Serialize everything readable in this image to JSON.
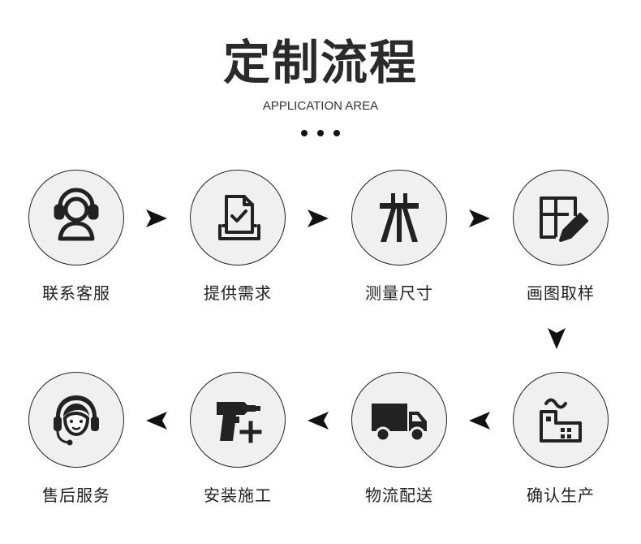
{
  "header": {
    "title": "定制流程",
    "subtitle": "APPLICATION AREA"
  },
  "steps": [
    {
      "label": "联系客服",
      "icon": "headset-person-icon"
    },
    {
      "label": "提供需求",
      "icon": "document-check-icon"
    },
    {
      "label": "测量尺寸",
      "icon": "surveying-tripod-icon"
    },
    {
      "label": "画图取样",
      "icon": "drawing-pencil-icon"
    },
    {
      "label": "确认生产",
      "icon": "factory-icon"
    },
    {
      "label": "物流配送",
      "icon": "delivery-truck-icon"
    },
    {
      "label": "安装施工",
      "icon": "power-drill-icon"
    },
    {
      "label": "售后服务",
      "icon": "customer-service-icon"
    }
  ],
  "colors": {
    "icon": "#222222",
    "circle_fill": "#f0f0f0",
    "text": "#222222"
  }
}
